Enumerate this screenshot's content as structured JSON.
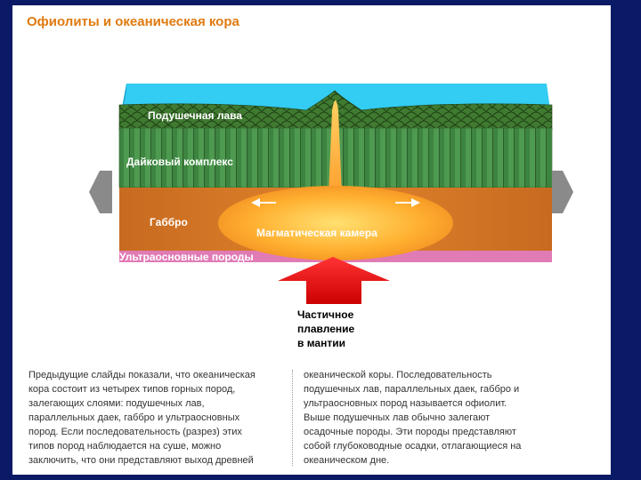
{
  "title": "Офиолиты и океаническая кора",
  "layers": {
    "pillow_lava": "Подушечная лава",
    "dike_complex": "Дайковый комплекс",
    "gabbro": "Габбро",
    "magma_chamber": "Магматическая камера",
    "ultramafic": "Ультраосновные породы"
  },
  "melting_label": [
    "Частичное",
    "плавление",
    "в мантии"
  ],
  "text": {
    "left": [
      "Предыдущие слайды показали, что океаническая",
      "кора состоит из четырех типов горных пород,",
      "залегающих слоями: подушечных лав,",
      "параллельных даек, габбро и ультраосновных",
      "пород. Если последовательность (разрез) этих",
      "типов пород наблюдается на суше, можно",
      "заключить, что они представляют выход древней"
    ],
    "right": [
      "океанической коры. Последовательность",
      "подушечных лав, параллельных даек, габбро и",
      "ультраосновных пород называется офиолит.",
      "Выше подушечных лав обычно залегают",
      "осадочные породы. Эти породы представляют",
      "собой глубоководные осадки, отлагающиеся на",
      "океаническом дне."
    ]
  },
  "icons": {
    "left": "arrow-left-icon",
    "right": "arrow-right-icon",
    "up": "arrow-up-icon"
  },
  "colors": {
    "title": "#e07a10",
    "water": "#33ccf2",
    "lava": "#4c8a3a",
    "dikes": "#4e9a50",
    "gabbro": "#d07024",
    "magma": "#ffb030",
    "ultramafic": "#e07bb5",
    "arrow_up": "#ee1111"
  }
}
